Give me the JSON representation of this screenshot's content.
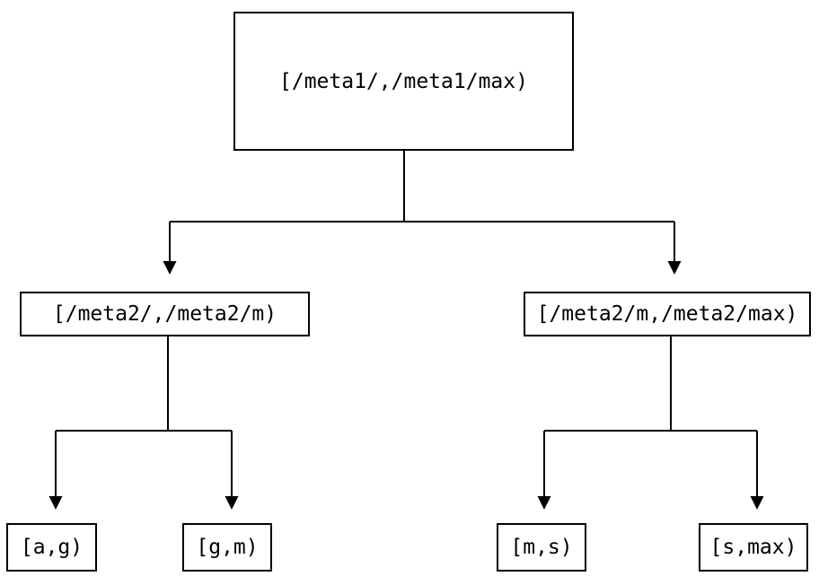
{
  "diagram": {
    "type": "tree",
    "nodes": {
      "root": {
        "id": "root",
        "label": "[/meta1/,/meta1/max)"
      },
      "meta2_low": {
        "id": "meta2_low",
        "label": "[/meta2/,/meta2/m)"
      },
      "meta2_high": {
        "id": "meta2_high",
        "label": "[/meta2/m,/meta2/max)"
      },
      "leaf_a_g": {
        "id": "leaf_a_g",
        "label": "[a,g)"
      },
      "leaf_g_m": {
        "id": "leaf_g_m",
        "label": "[g,m)"
      },
      "leaf_m_s": {
        "id": "leaf_m_s",
        "label": "[m,s)"
      },
      "leaf_s_max": {
        "id": "leaf_s_max",
        "label": "[s,max)"
      }
    },
    "edges": [
      {
        "from": "root",
        "to": "meta2_low"
      },
      {
        "from": "root",
        "to": "meta2_high"
      },
      {
        "from": "meta2_low",
        "to": "leaf_a_g"
      },
      {
        "from": "meta2_low",
        "to": "leaf_g_m"
      },
      {
        "from": "meta2_high",
        "to": "leaf_m_s"
      },
      {
        "from": "meta2_high",
        "to": "leaf_s_max"
      }
    ],
    "colors": {
      "line": "#000000",
      "box_border": "#000000",
      "text": "#000000",
      "background": "#ffffff"
    }
  }
}
